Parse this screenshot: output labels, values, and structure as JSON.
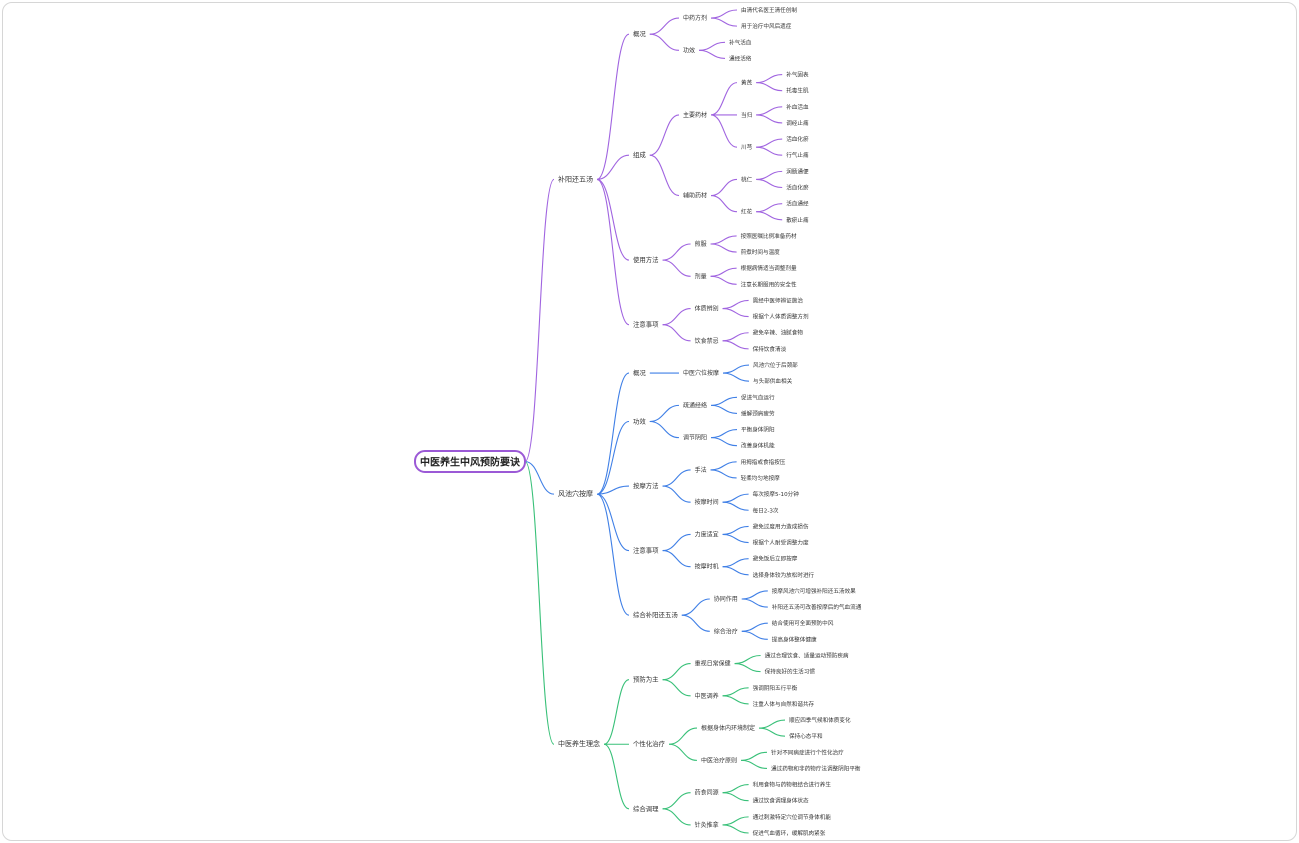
{
  "root": "中医养生中风预防要诀",
  "colors": {
    "purple": "#a064e0",
    "blue": "#3f7fe6",
    "green": "#38c078"
  },
  "branches": [
    {
      "label": "补阳还五汤",
      "color": "purple",
      "children": [
        {
          "label": "概况",
          "children": [
            {
              "label": "中药方剂",
              "children": [
                {
                  "label": "由清代名医王清任创制"
                },
                {
                  "label": "用于治疗中风后遗症"
                }
              ]
            },
            {
              "label": "功效",
              "children": [
                {
                  "label": "补气活血"
                },
                {
                  "label": "通经活络"
                }
              ]
            }
          ]
        },
        {
          "label": "组成",
          "children": [
            {
              "label": "主要药材",
              "children": [
                {
                  "label": "黄芪",
                  "children": [
                    {
                      "label": "补气固表"
                    },
                    {
                      "label": "托毒生肌"
                    }
                  ]
                },
                {
                  "label": "当归",
                  "children": [
                    {
                      "label": "补血活血"
                    },
                    {
                      "label": "调经止痛"
                    }
                  ]
                },
                {
                  "label": "川芎",
                  "children": [
                    {
                      "label": "活血化瘀"
                    },
                    {
                      "label": "行气止痛"
                    }
                  ]
                }
              ]
            },
            {
              "label": "辅助药材",
              "children": [
                {
                  "label": "桃仁",
                  "children": [
                    {
                      "label": "润肠通便"
                    },
                    {
                      "label": "活血化瘀"
                    }
                  ]
                },
                {
                  "label": "红花",
                  "children": [
                    {
                      "label": "活血通经"
                    },
                    {
                      "label": "散瘀止痛"
                    }
                  ]
                }
              ]
            }
          ]
        },
        {
          "label": "使用方法",
          "children": [
            {
              "label": "煎服",
              "children": [
                {
                  "label": "按照医嘱比例准备药材"
                },
                {
                  "label": "煎煮时间与温度"
                }
              ]
            },
            {
              "label": "剂量",
              "children": [
                {
                  "label": "根据病情适当调整剂量"
                },
                {
                  "label": "注意长期服用的安全性"
                }
              ]
            }
          ]
        },
        {
          "label": "注意事项",
          "children": [
            {
              "label": "体质辨别",
              "children": [
                {
                  "label": "需经中医师辨证施治"
                },
                {
                  "label": "根据个人体质调整方剂"
                }
              ]
            },
            {
              "label": "饮食禁忌",
              "children": [
                {
                  "label": "避免辛辣、油腻食物"
                },
                {
                  "label": "保持饮食清淡"
                }
              ]
            }
          ]
        }
      ]
    },
    {
      "label": "风池穴按摩",
      "color": "blue",
      "children": [
        {
          "label": "概况",
          "children": [
            {
              "label": "中医穴位按摩",
              "children": [
                {
                  "label": "风池穴位于后颈部"
                },
                {
                  "label": "与头部供血相关"
                }
              ]
            }
          ]
        },
        {
          "label": "功效",
          "children": [
            {
              "label": "疏通经络",
              "children": [
                {
                  "label": "促进气血运行"
                },
                {
                  "label": "缓解颈肩疲劳"
                }
              ]
            },
            {
              "label": "调节阴阳",
              "children": [
                {
                  "label": "平衡身体阴阳"
                },
                {
                  "label": "改善身体机能"
                }
              ]
            }
          ]
        },
        {
          "label": "按摩方法",
          "children": [
            {
              "label": "手法",
              "children": [
                {
                  "label": "用拇指或食指按压"
                },
                {
                  "label": "轻柔均匀地按摩"
                }
              ]
            },
            {
              "label": "按摩时间",
              "children": [
                {
                  "label": "每次按摩5-10分钟"
                },
                {
                  "label": "每日2-3次"
                }
              ]
            }
          ]
        },
        {
          "label": "注意事项",
          "children": [
            {
              "label": "力度适宜",
              "children": [
                {
                  "label": "避免过度用力造成损伤"
                },
                {
                  "label": "根据个人耐受调整力度"
                }
              ]
            },
            {
              "label": "按摩时机",
              "children": [
                {
                  "label": "避免饭后立即按摩"
                },
                {
                  "label": "选择身体较为放松时进行"
                }
              ]
            }
          ]
        },
        {
          "label": "综合补阳还五汤",
          "children": [
            {
              "label": "协同作用",
              "children": [
                {
                  "label": "按摩风池穴可增强补阳还五汤效果"
                },
                {
                  "label": "补阳还五汤可改善按摩后的气血流通"
                }
              ]
            },
            {
              "label": "综合治疗",
              "children": [
                {
                  "label": "结合使用可全面预防中风"
                },
                {
                  "label": "提高身体整体健康"
                }
              ]
            }
          ]
        }
      ]
    },
    {
      "label": "中医养生理念",
      "color": "green",
      "children": [
        {
          "label": "预防为主",
          "children": [
            {
              "label": "重视日常保健",
              "children": [
                {
                  "label": "通过合理饮食、适量运动预防疾病"
                },
                {
                  "label": "保持良好的生活习惯"
                }
              ]
            },
            {
              "label": "中医调养",
              "children": [
                {
                  "label": "强调阴阳五行平衡"
                },
                {
                  "label": "注重人体与自然和谐共存"
                }
              ]
            }
          ]
        },
        {
          "label": "个性化治疗",
          "children": [
            {
              "label": "根据身体内环境制定",
              "children": [
                {
                  "label": "顺应四季气候和体质变化"
                },
                {
                  "label": "保持心态平和"
                }
              ]
            },
            {
              "label": "中医治疗原则",
              "children": [
                {
                  "label": "针对不同病症进行个性化治疗"
                },
                {
                  "label": "通过药物和非药物疗法调整阴阳平衡"
                }
              ]
            }
          ]
        },
        {
          "label": "综合调理",
          "children": [
            {
              "label": "药食同源",
              "children": [
                {
                  "label": "利用食物与药物相结合进行养生"
                },
                {
                  "label": "通过饮食调理身体状态"
                }
              ]
            },
            {
              "label": "针灸推拿",
              "children": [
                {
                  "label": "通过刺激特定穴位调节身体机能"
                },
                {
                  "label": "促进气血循环，缓解肌肉紧张"
                }
              ]
            }
          ]
        }
      ]
    }
  ]
}
